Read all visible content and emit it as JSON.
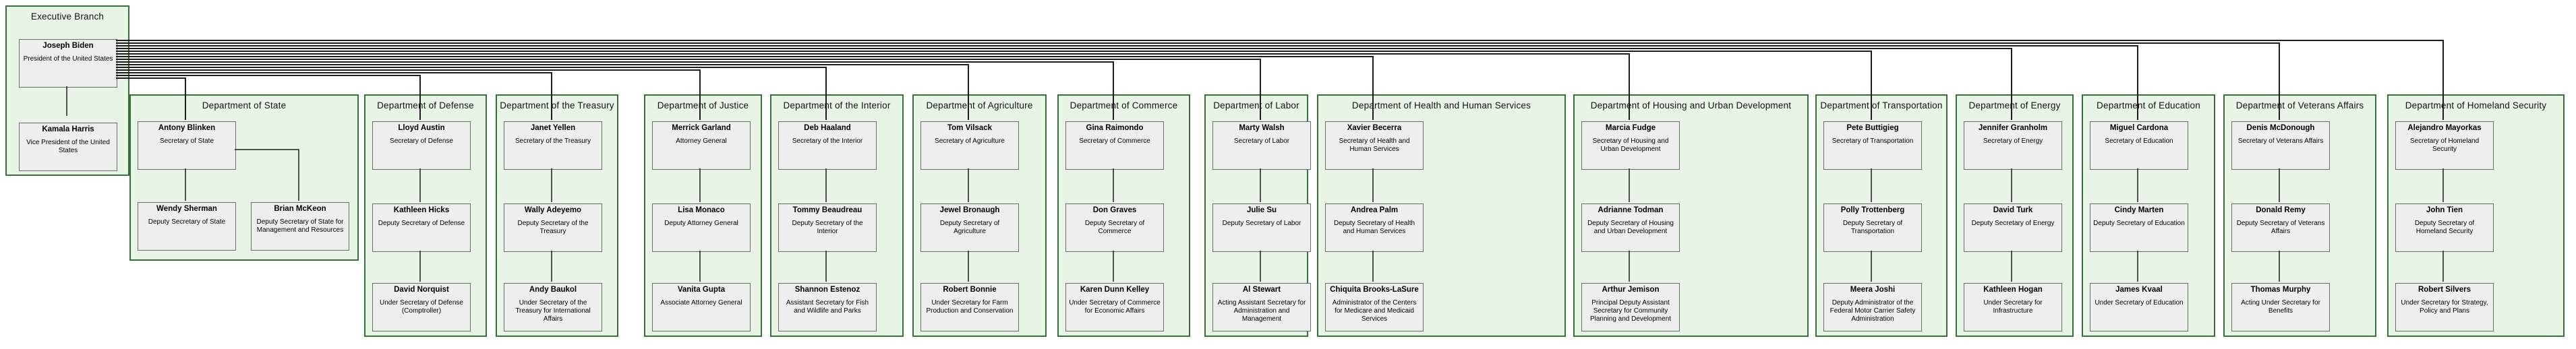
{
  "colors": {
    "panel_background": "#e8f4e6",
    "panel_border": "#37703a",
    "card_background": "#eeeeee",
    "card_border": "#6b6b6b",
    "connector_line": "#1c1c1c"
  },
  "executive_branch": {
    "title": "Executive Branch",
    "president": {
      "name": "Joseph Biden",
      "title": "President of the United States"
    },
    "vice_president": {
      "name": "Kamala Harris",
      "title": "Vice President of the United States"
    }
  },
  "departments": [
    {
      "title": "Department of State",
      "layout": "branch",
      "officials": [
        {
          "name": "Antony Blinken",
          "title": "Secretary of State"
        },
        {
          "name": "Wendy Sherman",
          "title": "Deputy Secretary of State"
        },
        {
          "name": "Brian McKeon",
          "title": "Deputy Secretary of State for Management and Resources"
        }
      ]
    },
    {
      "title": "Department of Defense",
      "officials": [
        {
          "name": "Lloyd Austin",
          "title": "Secretary of Defense"
        },
        {
          "name": "Kathleen Hicks",
          "title": "Deputy Secretary of Defense"
        },
        {
          "name": "David Norquist",
          "title": "Under Secretary of Defense (Comptroller)"
        }
      ]
    },
    {
      "title": "Department of the Treasury",
      "officials": [
        {
          "name": "Janet Yellen",
          "title": "Secretary of the Treasury"
        },
        {
          "name": "Wally Adeyemo",
          "title": "Deputy Secretary of the Treasury"
        },
        {
          "name": "Andy Baukol",
          "title": "Under Secretary of the Treasury for International Affairs"
        }
      ]
    },
    {
      "title": "Department of Justice",
      "officials": [
        {
          "name": "Merrick Garland",
          "title": "Attorney General"
        },
        {
          "name": "Lisa Monaco",
          "title": "Deputy Attorney General"
        },
        {
          "name": "Vanita Gupta",
          "title": "Associate Attorney General"
        }
      ]
    },
    {
      "title": "Department of the Interior",
      "officials": [
        {
          "name": "Deb Haaland",
          "title": "Secretary of the Interior"
        },
        {
          "name": "Tommy Beaudreau",
          "title": "Deputy Secretary of the Interior"
        },
        {
          "name": "Shannon Estenoz",
          "title": "Assistant Secretary for Fish and Wildlife and Parks"
        }
      ]
    },
    {
      "title": "Department of Agriculture",
      "officials": [
        {
          "name": "Tom Vilsack",
          "title": "Secretary of Agriculture"
        },
        {
          "name": "Jewel Bronaugh",
          "title": "Deputy Secretary of Agriculture"
        },
        {
          "name": "Robert Bonnie",
          "title": "Under Secretary for Farm Production and Conservation"
        }
      ]
    },
    {
      "title": "Department of Commerce",
      "officials": [
        {
          "name": "Gina Raimondo",
          "title": "Secretary of Commerce"
        },
        {
          "name": "Don Graves",
          "title": "Deputy Secretary of Commerce"
        },
        {
          "name": "Karen Dunn Kelley",
          "title": "Under Secretary of Commerce for Economic Affairs"
        }
      ]
    },
    {
      "title": "Department of Labor",
      "officials": [
        {
          "name": "Marty Walsh",
          "title": "Secretary of Labor"
        },
        {
          "name": "Julie Su",
          "title": "Deputy Secretary of Labor"
        },
        {
          "name": "Al Stewart",
          "title": "Acting Assistant Secretary for Administration and Management"
        }
      ]
    },
    {
      "title": "Department of Health and Human Services",
      "officials": [
        {
          "name": "Xavier Becerra",
          "title": "Secretary of Health and Human Services"
        },
        {
          "name": "Andrea Palm",
          "title": "Deputy Secretary of Health and Human Services"
        },
        {
          "name": "Chiquita Brooks-LaSure",
          "title": "Administrator of the Centers for Medicare and Medicaid Services"
        }
      ]
    },
    {
      "title": "Department of Housing and Urban Development",
      "officials": [
        {
          "name": "Marcia Fudge",
          "title": "Secretary of Housing and Urban Development"
        },
        {
          "name": "Adrianne Todman",
          "title": "Deputy Secretary of Housing and Urban Development"
        },
        {
          "name": "Arthur Jemison",
          "title": "Principal Deputy Assistant Secretary for Community Planning and Development"
        }
      ]
    },
    {
      "title": "Department of Transportation",
      "officials": [
        {
          "name": "Pete Buttigieg",
          "title": "Secretary of Transportation"
        },
        {
          "name": "Polly Trottenberg",
          "title": "Deputy Secretary of Transportation"
        },
        {
          "name": "Meera Joshi",
          "title": "Deputy Administrator of the Federal Motor Carrier Safety Administration"
        }
      ]
    },
    {
      "title": "Department of Energy",
      "officials": [
        {
          "name": "Jennifer Granholm",
          "title": "Secretary of Energy"
        },
        {
          "name": "David Turk",
          "title": "Deputy Secretary of Energy"
        },
        {
          "name": "Kathleen Hogan",
          "title": "Under Secretary for Infrastructure"
        }
      ]
    },
    {
      "title": "Department of Education",
      "officials": [
        {
          "name": "Miguel Cardona",
          "title": "Secretary of Education"
        },
        {
          "name": "Cindy Marten",
          "title": "Deputy Secretary of Education"
        },
        {
          "name": "James Kvaal",
          "title": "Under Secretary of Education"
        }
      ]
    },
    {
      "title": "Department of Veterans Affairs",
      "officials": [
        {
          "name": "Denis McDonough",
          "title": "Secretary of Veterans Affairs"
        },
        {
          "name": "Donald Remy",
          "title": "Deputy Secretary of Veterans Affairs"
        },
        {
          "name": "Thomas Murphy",
          "title": "Acting Under Secretary for Benefits"
        }
      ]
    },
    {
      "title": "Department of Homeland Security",
      "officials": [
        {
          "name": "Alejandro Mayorkas",
          "title": "Secretary of Homeland Security"
        },
        {
          "name": "John Tien",
          "title": "Deputy Secretary of Homeland Security"
        },
        {
          "name": "Robert Silvers",
          "title": "Under Secretary for Strategy, Policy and Plans"
        }
      ]
    }
  ]
}
